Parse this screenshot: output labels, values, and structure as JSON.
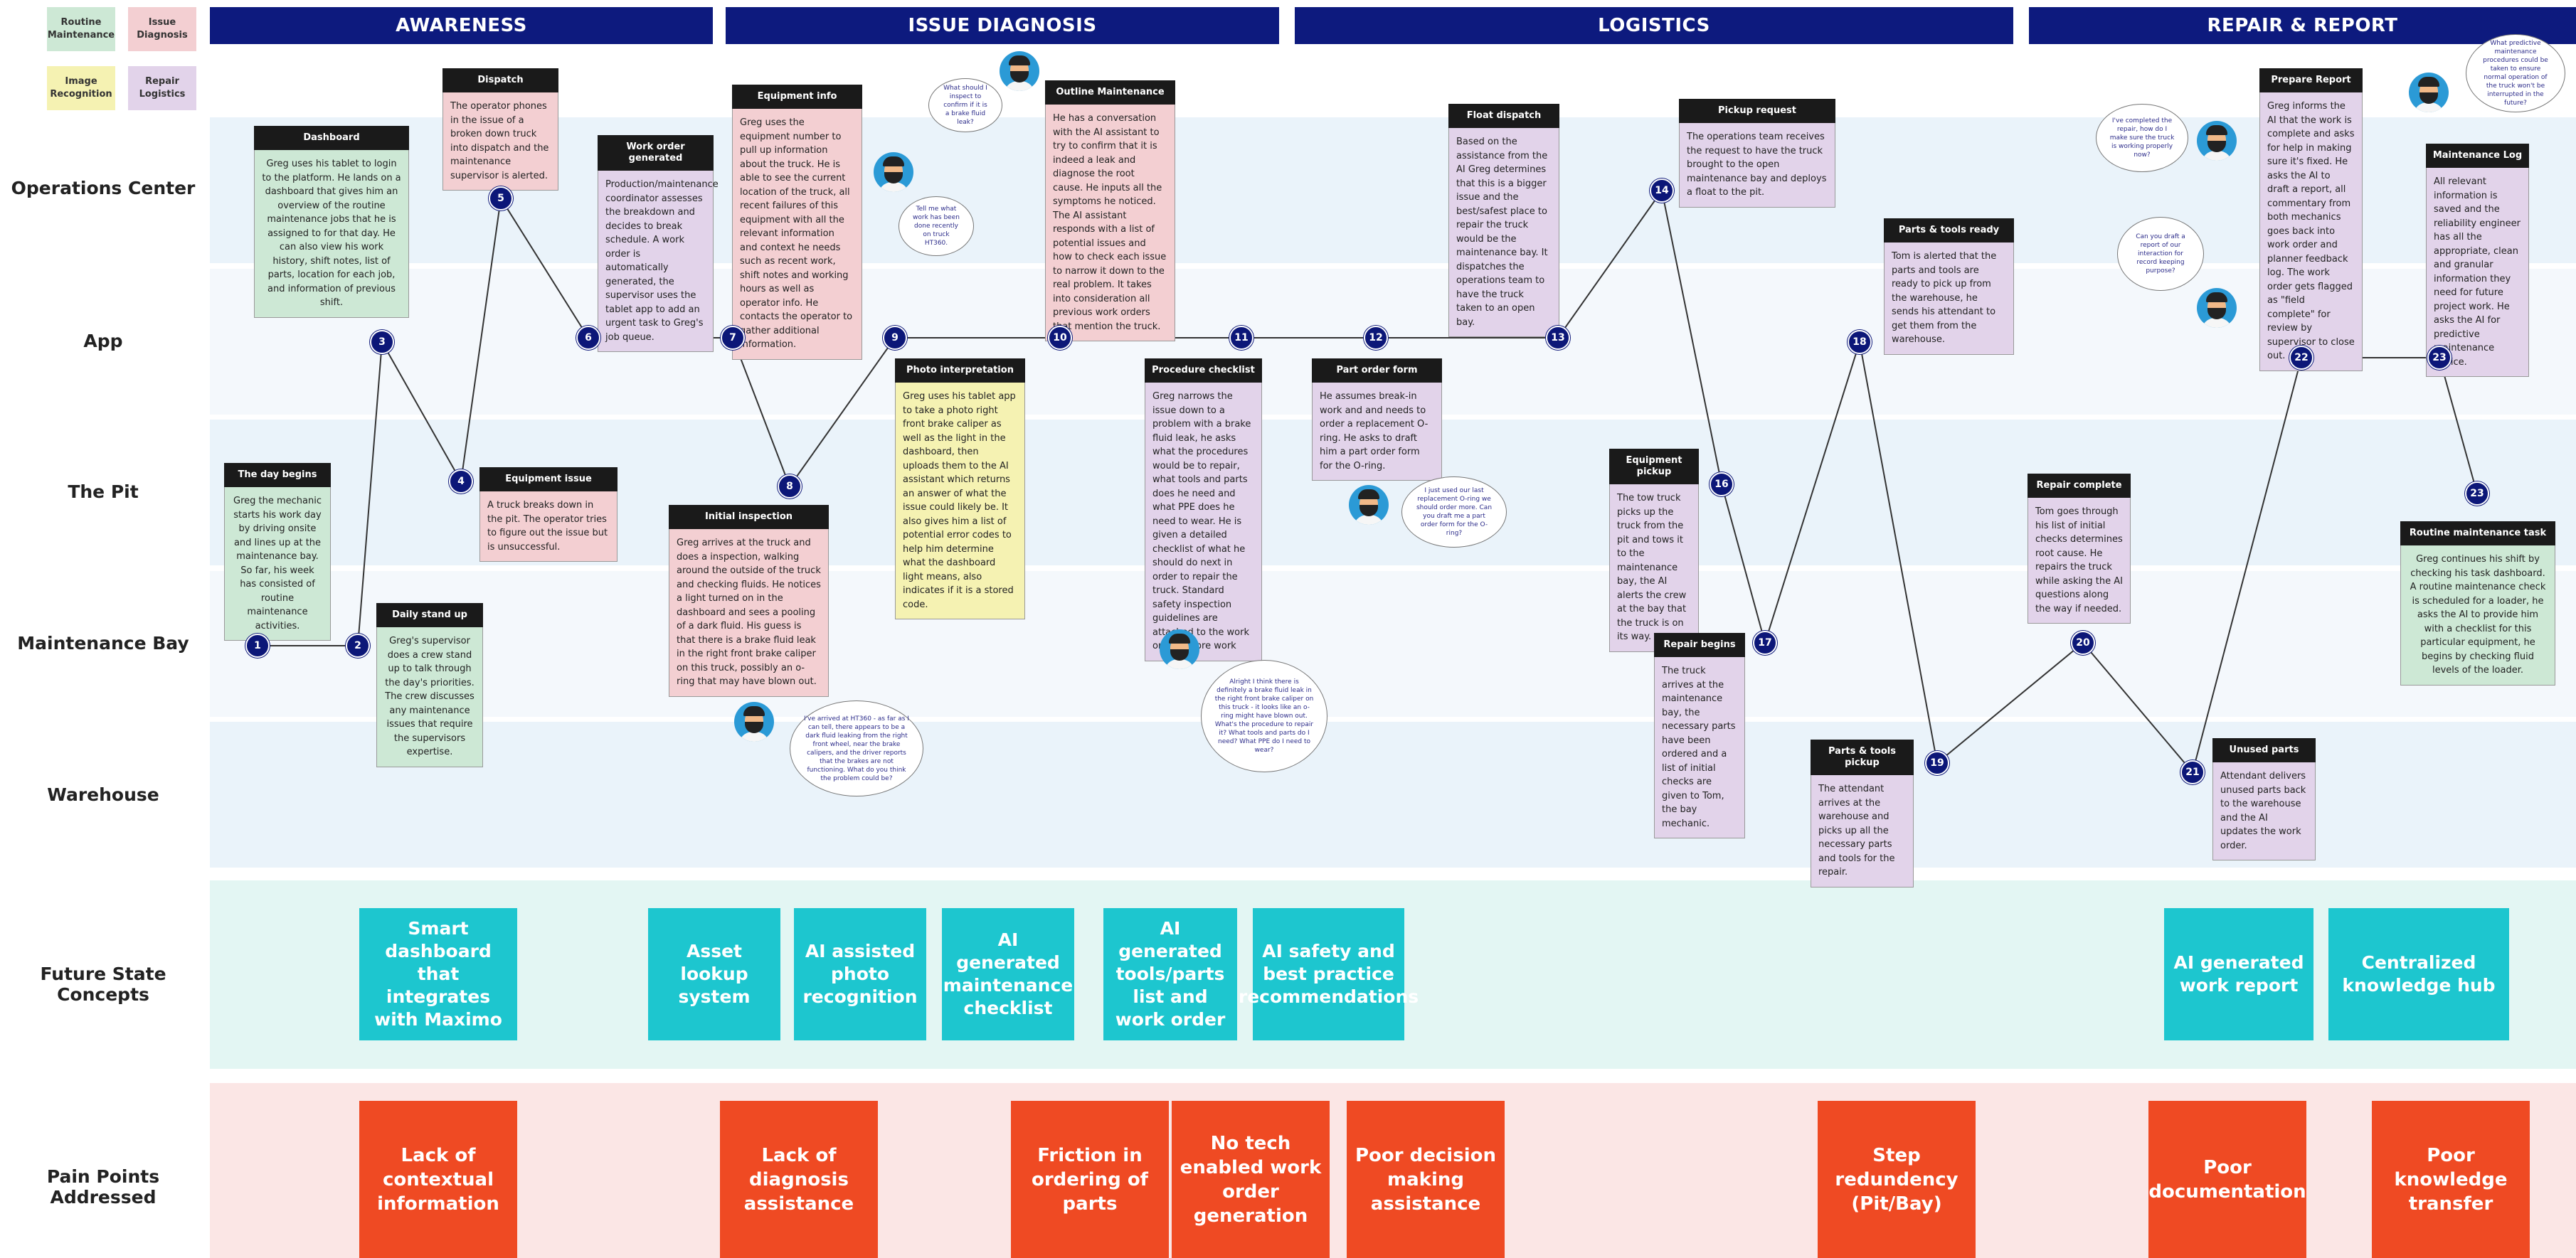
{
  "legend": {
    "routine": "Routine Maintenance",
    "issue": "Issue Diagnosis",
    "image": "Image Recognition",
    "repair": "Repair Logistics"
  },
  "headers": {
    "awareness": "AWARENESS",
    "diagnosis": "ISSUE DIAGNOSIS",
    "logistics": "LOGISTICS",
    "repair": "REPAIR & REPORT"
  },
  "rows": {
    "ops": "Operations Center",
    "app": "App",
    "pit": "The Pit",
    "bay": "Maintenance Bay",
    "warehouse": "Warehouse",
    "future": "Future State Concepts",
    "pain": "Pain Points Addressed"
  },
  "nodes": [
    "1",
    "2",
    "3",
    "4",
    "5",
    "6",
    "7",
    "8",
    "9",
    "10",
    "11",
    "12",
    "13",
    "14",
    "16",
    "17",
    "18",
    "19",
    "20",
    "21",
    "22",
    "23",
    "23"
  ],
  "cards": {
    "daybegins": {
      "title": "The day begins",
      "text": "Greg the mechanic starts his work day by driving onsite and lines up at the maintenance bay. So far, his week has consisted of routine maintenance activities."
    },
    "dashboard": {
      "title": "Dashboard",
      "text": "Greg uses his tablet to login to the platform. He lands on a dashboard that gives him an overview of the routine maintenance jobs that he is assigned to for that day. He can also view his work history, shift notes, list of parts, location for each job, and information of previous shift."
    },
    "standup": {
      "title": "Daily stand up",
      "text": "Greg's supervisor does a crew stand up to talk through the day's priorities. The crew discusses any maintenance issues that require the supervisors expertise."
    },
    "dispatch": {
      "title": "Dispatch",
      "text": "The operator phones in the issue of a broken down truck into dispatch and the maintenance supervisor is alerted."
    },
    "equipissue": {
      "title": "Equipment issue",
      "text": "A truck breaks down in the pit. The operator tries to figure out the issue but is unsuccessful."
    },
    "workorder": {
      "title": "Work order generated",
      "text": "Production/maintenance coordinator assesses the breakdown and decides to break schedule. A work order is automatically generated, the supervisor uses the tablet app to add an urgent task to Greg's job queue."
    },
    "equipinfo": {
      "title": "Equipment info",
      "text": "Greg uses the equipment number to pull up information about the truck. He is able to see the current location of the truck, all recent failures of this equipment with all the relevant information and context he needs such as recent work, shift notes and working hours as well as operator info. He contacts the operator to gather additional information."
    },
    "initial": {
      "title": "Initial inspection",
      "text": "Greg arrives at the truck and does a inspection, walking around the outside of the truck and checking fluids. He notices a light turned on in the dashboard and sees a pooling of a dark fluid. His guess is that there is a brake fluid leak in the right front brake caliper on this truck, possibly an o-ring that may have blown out."
    },
    "photo": {
      "title": "Photo interpretation",
      "text": "Greg uses his tablet app to take a photo right front brake caliper as well as the light in the dashboard, then uploads them to the AI assistant which returns an answer of what the issue could likely be. It also gives him a list of potential error codes to help him determine what the dashboard light means, also indicates if it is a stored code."
    },
    "outline": {
      "title": "Outline Maintenance",
      "text": "He has a conversation with the AI assistant to try to confirm that it is indeed a leak and diagnose the root cause. He inputs all the symptoms he noticed. The AI assistant responds with a list of potential issues and how to check each issue to narrow it down to the real problem. It takes into consideration all previous work orders that mention the truck."
    },
    "procedure": {
      "title": "Procedure checklist",
      "text": "Greg narrows the issue down to a problem with a brake fluid leak, he asks what the procedures would be to repair, what tools and parts does he need and what PPE does he need to wear. He is given a detailed checklist of what he should do next in order to repair the truck. Standard safety inspection guidelines are attached to the work order for pre work"
    },
    "partorder": {
      "title": "Part order form",
      "text": "He assumes break-in work and and needs to order a replacement O-ring. He asks to draft him a part order form for the O-ring."
    },
    "float": {
      "title": "Float dispatch",
      "text": "Based on the assistance from the AI Greg determines that this is a bigger issue and the best/safest place to repair the truck would be the maintenance bay. It dispatches the operations team to have the truck taken to an open bay."
    },
    "pickupreq": {
      "title": "Pickup request",
      "text": "The operations team receives the request to have the truck brought to the open maintenance bay and deploys a float to the pit."
    },
    "equippickup": {
      "title": "Equipment pickup",
      "text": "The tow truck picks up the truck from the pit and tows it to the maintenance bay, the AI alerts the crew at the bay that the truck is on its way."
    },
    "repairbegins": {
      "title": "Repair begins",
      "text": "The truck arrives at the maintenance bay, the necessary parts have been ordered and a list of initial checks are given to Tom, the bay mechanic."
    },
    "partsready": {
      "title": "Parts & tools ready",
      "text": "Tom is alerted that the parts and tools are ready to pick up from the warehouse, he sends his attendant to get them from the warehouse."
    },
    "partspickup": {
      "title": "Parts & tools pickup",
      "text": "The attendant arrives at the warehouse and picks up all the necessary parts and tools for the repair."
    },
    "repaircomplete": {
      "title": "Repair complete",
      "text": "Tom goes through his list of initial checks determines root cause. He repairs the truck while asking the AI questions along the way if needed."
    },
    "unused": {
      "title": "Unused parts",
      "text": "Attendant delivers unused parts back to the warehouse and the AI updates the work order."
    },
    "prepare": {
      "title": "Prepare Report",
      "text": "Greg informs the AI that the work is complete and asks for help in making sure it's fixed. He asks the AI to draft a report, all commentary from both mechanics goes back into work order and planner feedback log. The work order gets flagged as \"field complete\" for review by supervisor to close out."
    },
    "mlog": {
      "title": "Maintenance Log",
      "text": "All relevant information is saved and the reliability engineer has all the appropriate, clean and granular information they need for future project work. He asks the AI for predictive maintenance advice."
    },
    "routine": {
      "title": "Routine maintenance task",
      "text": "Greg continues his shift by checking his task dashboard. A routine maintenance check is scheduled for a loader, he asks the AI to provide him with a checklist for this particular equipment, he begins by checking fluid levels of the loader."
    }
  },
  "bubbles": {
    "b1": "What should I inspect to confirm if it is a brake fluid leak?",
    "b2": "Tell me what work has been done recently on truck HT360.",
    "b3": "I've arrived at HT360 - as far as I can tell, there appears to be a dark fluid leaking from the right front wheel, near the brake calipers, and the driver reports that the brakes are not functioning. What do you think the problem could be?",
    "b4": "Alright I think there is definitely a brake fluid leak in the right front brake caliper on this truck - it looks like an o-ring might have blown out. What's the procedure to repair it? What tools and parts do I need? What PPE do I need to wear?",
    "b5": "I just used our last replacement O-ring we should order more. Can you draft me a part order form for the O-ring?",
    "b6": "I've completed the repair, how do I make sure the truck is working properly now?",
    "b7": "Can you draft a report of our interaction for record keeping purpose?",
    "b8": "What predictive maintenance procedures could be taken to ensure normal operation of the truck won't be interrupted in the future?"
  },
  "concepts": [
    "Smart dashboard that integrates with Maximo",
    "Asset lookup system",
    "AI assisted photo recognition",
    "AI generated maintenance checklist",
    "AI generated tools/parts list and work order",
    "AI safety and best practice recommendations",
    "AI generated work report",
    "Centralized knowledge hub"
  ],
  "pains": [
    "Lack of contextual information",
    "Lack of diagnosis assistance",
    "Friction in ordering of parts",
    "No tech enabled work order generation",
    "Poor decision making assistance",
    "Step redundency (Pit/Bay)",
    "Poor documentation",
    "Poor knowledge transfer"
  ],
  "colors": {
    "header": "#0d1a7e",
    "node": "#0c1778",
    "concept": "#1dc6cf",
    "pain": "#ef4a23",
    "green": "#cde8d5",
    "red": "#f3cfd2",
    "purple": "#e2d3ea",
    "yellow": "#f5f2b2"
  }
}
